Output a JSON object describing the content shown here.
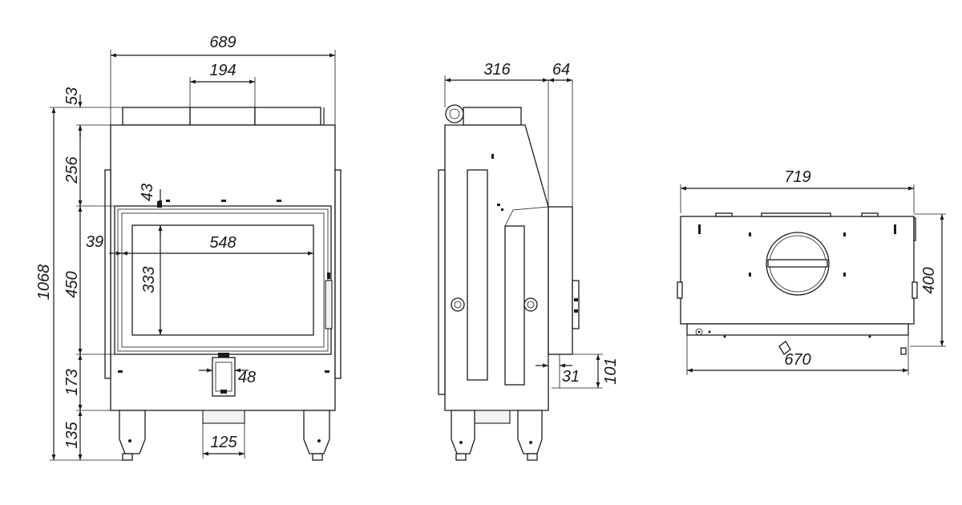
{
  "front_view": {
    "overall_width": "689",
    "flue_width": "194",
    "top_offset": "53",
    "upper_height": "256",
    "overall_height": "1068",
    "door_side_offset": "39",
    "glass_width": "548",
    "glass_top_offset": "43",
    "glass_height": "333",
    "door_height": "450",
    "lower_height": "173",
    "air_inlet_width": "48",
    "legs_height": "135",
    "bottom_inlet_width": "125"
  },
  "side_view": {
    "body_depth": "316",
    "frame_depth": "64",
    "frame_offset": "31",
    "frame_bottom": "101"
  },
  "top_view": {
    "overall_width": "719",
    "depth": "400",
    "base_width": "670"
  }
}
